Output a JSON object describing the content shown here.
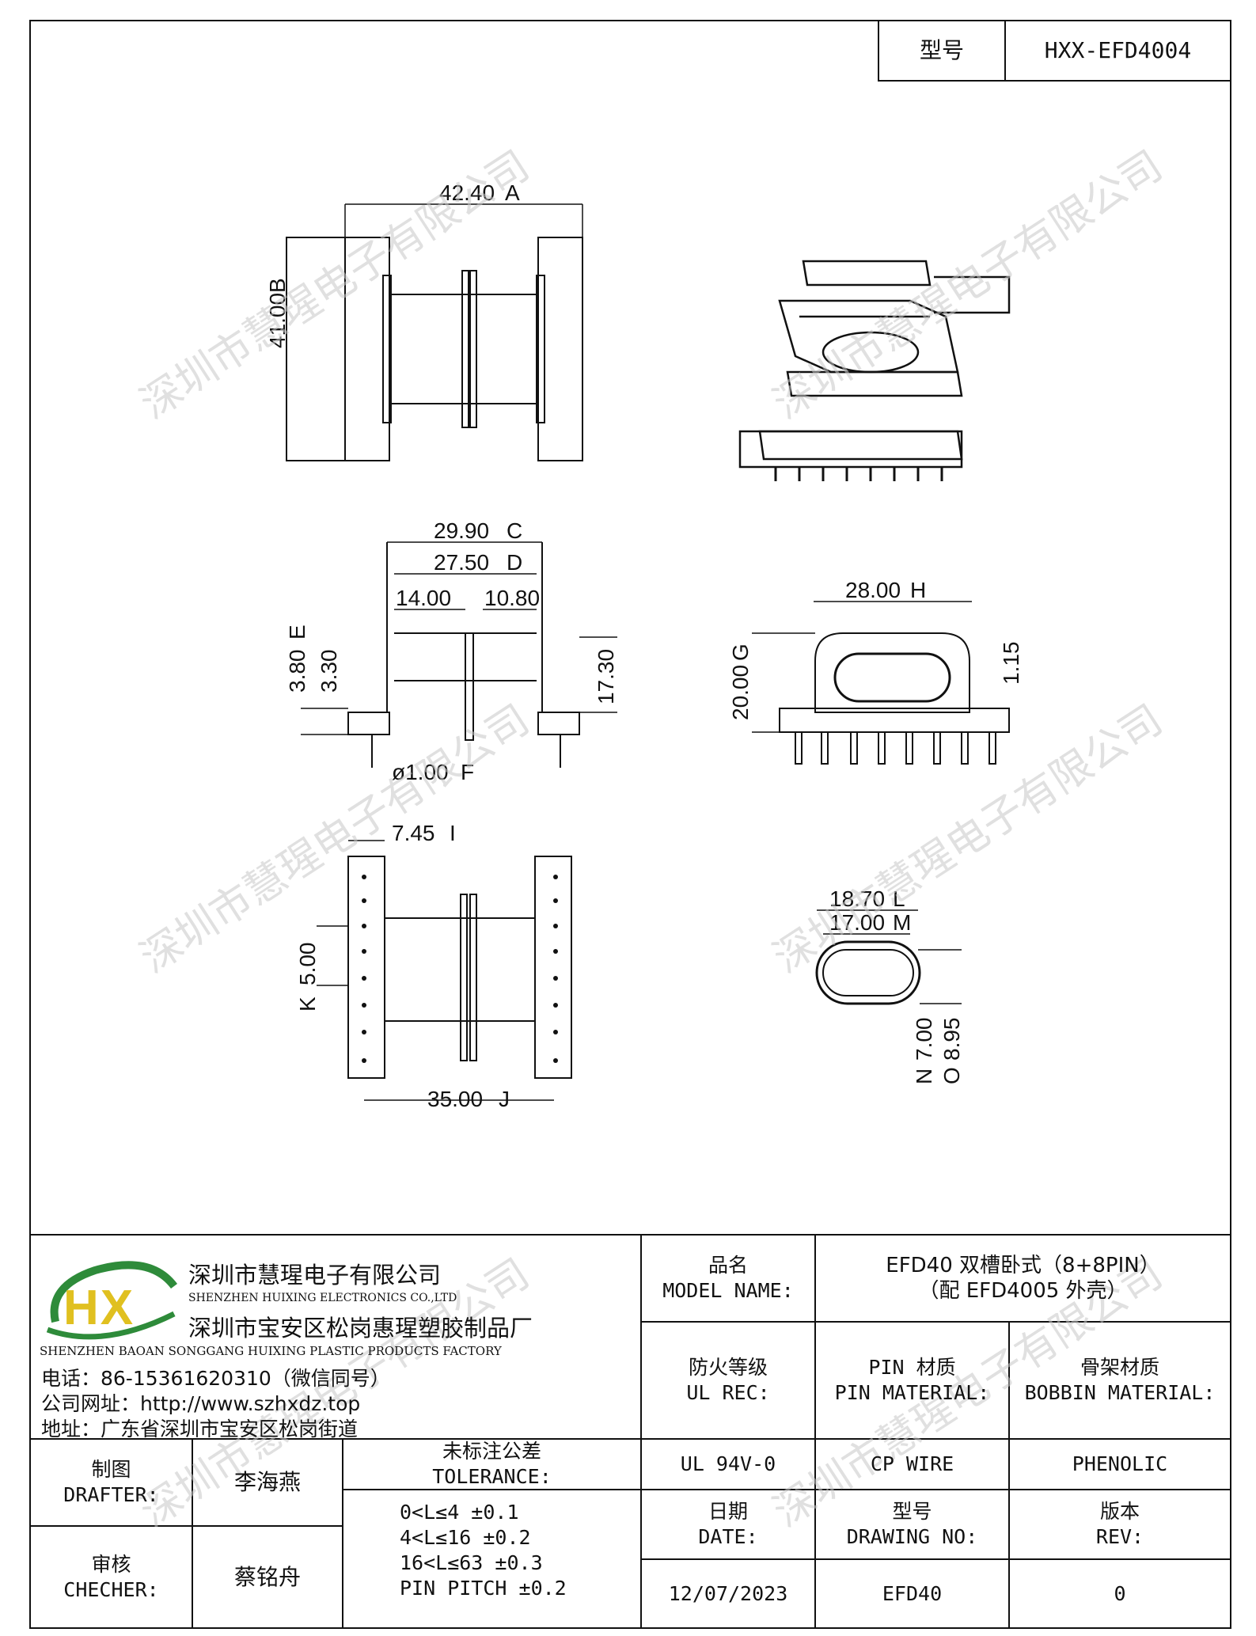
{
  "header": {
    "model_label": "型号",
    "model_value": "HXX-EFD4004"
  },
  "watermark": "深圳市慧瑆电子有限公司",
  "dimensions": {
    "A": "42.40",
    "B": "41.00",
    "C": "29.90",
    "D": "27.50",
    "w14": "14.00",
    "w10": "10.80",
    "E": "3.80",
    "h33": "3.30",
    "h173": "17.30",
    "F": "ø1.00",
    "G": "20.00",
    "H": "28.00",
    "h115": "1.15",
    "I": "7.45",
    "J": "35.00",
    "K": "5.00",
    "L": "18.70",
    "M": "17.00",
    "N": "7.00",
    "O": "8.95"
  },
  "dim_letters": {
    "A": "A",
    "B": "B",
    "C": "C",
    "D": "D",
    "E": "E",
    "F": "F",
    "G": "G",
    "H": "H",
    "I": "I",
    "J": "J",
    "K": "K",
    "L": "L",
    "M": "M",
    "N": "N",
    "O": "O"
  },
  "company": {
    "logo_text": "HX",
    "name_cn": "深圳市慧瑆电子有限公司",
    "name_en": "SHENZHEN HUIXING ELECTRONICS CO.,LTD",
    "factory_cn": "深圳市宝安区松岗惠瑆塑胶制品厂",
    "factory_en": "SHENZHEN BAOAN SONGGANG HUIXING PLASTIC PRODUCTS FACTORY",
    "phone": "电话：86-15361620310（微信同号）",
    "website": "公司网址：http://www.szhxdz.top",
    "address": "地址：广东省深圳市宝安区松岗街道"
  },
  "title_block": {
    "model_name_label": "品名\nMODEL NAME:",
    "model_name_value": "EFD40 双槽卧式（8+8PIN）\n（配 EFD4005 外壳）",
    "ul_label": "防火等级\nUL REC:",
    "pin_label": "PIN 材质\nPIN MATERIAL:",
    "bobbin_label": "骨架材质\nBOBBIN MATERIAL:",
    "ul_value": "UL 94V-0",
    "pin_value": "CP WIRE",
    "bobbin_value": "PHENOLIC",
    "date_label": "日期\nDATE:",
    "drawing_no_label": "型号\nDRAWING NO:",
    "rev_label": "版本\nREV:",
    "date_value": "12/07/2023",
    "drawing_no_value": "EFD40",
    "rev_value": "0",
    "drafter_label": "制图\nDRAFTER:",
    "drafter_value": "李海燕",
    "checker_label": "审核\nCHECHER:",
    "checker_value": "蔡铭舟",
    "tolerance_label": "未标注公差\nTOLERANCE:",
    "tolerance_lines": [
      "0<L≤4   ±0.1",
      "4<L≤16  ±0.2",
      "16<L≤63 ±0.3",
      "PIN PITCH ±0.2"
    ]
  }
}
